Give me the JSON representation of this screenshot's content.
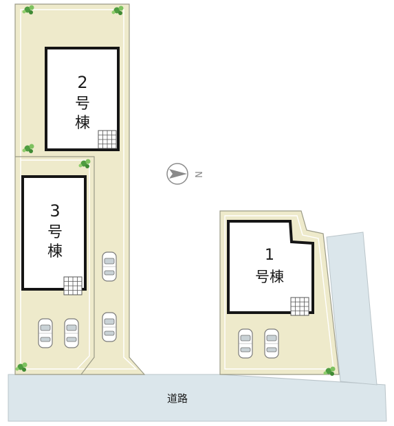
{
  "lots": [
    {
      "id": "lot-2",
      "number": "2",
      "suffix": "号棟"
    },
    {
      "id": "lot-3",
      "number": "3",
      "suffix": "号棟"
    },
    {
      "id": "lot-1",
      "number": "1",
      "suffix": "号棟"
    }
  ],
  "road": {
    "label": "道路"
  },
  "north_arrow": {
    "label": "N"
  },
  "colors": {
    "lot_fill": "#eeeacb",
    "lot_edge": "#9a9a86",
    "building_border": "#151515",
    "road": "#dbe6eb",
    "road_edge": "#b9c4c9",
    "plant": "#5aa84a"
  },
  "icons": [
    "car-icon",
    "stairs-icon",
    "plant-icon",
    "north-arrow-icon"
  ]
}
